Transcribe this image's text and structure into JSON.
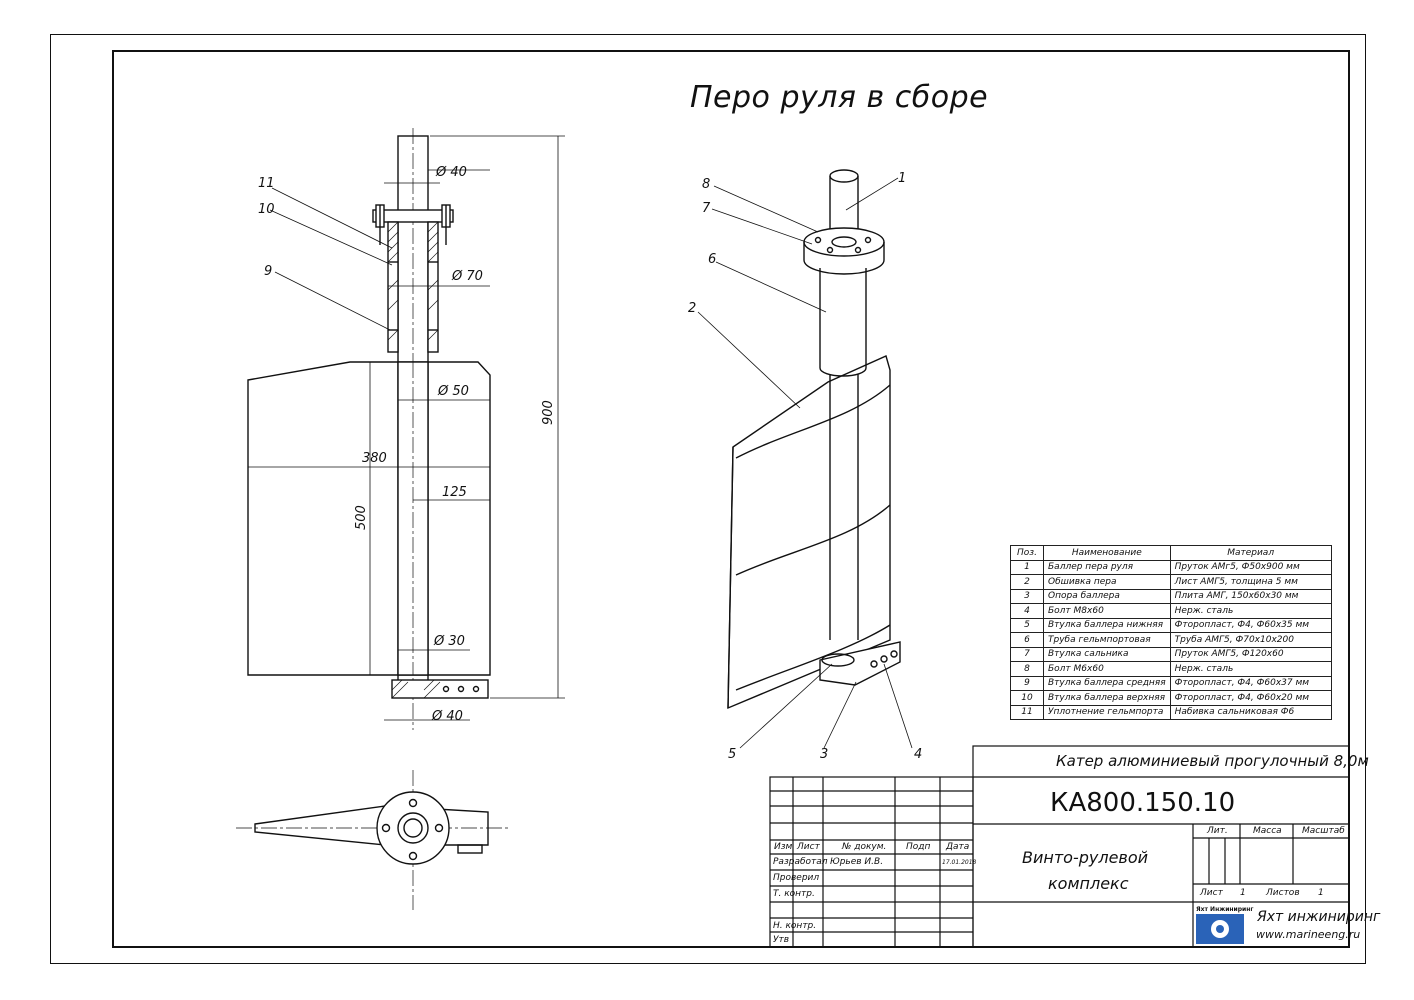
{
  "drawing": {
    "title": "Перо руля в сборе",
    "dimensions": {
      "d40_top": "Ø 40",
      "d70": "Ø 70",
      "d50": "Ø 50",
      "w380": "380",
      "w125": "125",
      "h500": "500",
      "h900": "900",
      "d30": "Ø 30",
      "d40_bottom": "Ø 40"
    },
    "callouts_left": [
      "11",
      "10",
      "9"
    ],
    "callouts_iso": [
      "1",
      "8",
      "7",
      "6",
      "2",
      "5",
      "3",
      "4"
    ]
  },
  "parts_table": {
    "headers": [
      "Поз.",
      "Наименование",
      "Материал"
    ],
    "rows": [
      {
        "pos": "1",
        "name": "Баллер пера руля",
        "material": "Пруток АМг5, Ф50х900 мм"
      },
      {
        "pos": "2",
        "name": "Обшивка пера",
        "material": "Лист АМГ5, толщина 5 мм"
      },
      {
        "pos": "3",
        "name": "Опора баллера",
        "material": "Плита АМГ, 150х60х30 мм"
      },
      {
        "pos": "4",
        "name": "Болт М8х60",
        "material": "Нерж. сталь"
      },
      {
        "pos": "5",
        "name": "Втулка баллера нижняя",
        "material": "Фторопласт, Ф4, Ф60х35 мм"
      },
      {
        "pos": "6",
        "name": "Труба гельмпортовая",
        "material": "Труба АМГ5, Ф70х10х200"
      },
      {
        "pos": "7",
        "name": "Втулка сальника",
        "material": "Пруток АМГ5, Ф120х60"
      },
      {
        "pos": "8",
        "name": "Болт М6х60",
        "material": "Нерж. сталь"
      },
      {
        "pos": "9",
        "name": "Втулка баллера средняя",
        "material": "Фторопласт, Ф4, Ф60х37 мм"
      },
      {
        "pos": "10",
        "name": "Втулка баллера верхняя",
        "material": "Фторопласт, Ф4, Ф60х20 мм"
      },
      {
        "pos": "11",
        "name": "Уплотнение гельмпорта",
        "material": "Набивка сальниковая Ф6"
      }
    ]
  },
  "title_block": {
    "project": "Катер алюминиевый прогулочный 8,0м",
    "code": "КА800.150.10",
    "name_line1": "Винто-рулевой",
    "name_line2": "комплекс",
    "col_headers": {
      "izm": "Изм",
      "list": "Лист",
      "doc": "№ докум.",
      "sign": "Подп",
      "date": "Дата"
    },
    "rows": {
      "developed": "Разработал",
      "developer": "Юрьев И.В.",
      "date": "17.01.2018",
      "checked": "Проверил",
      "tcontrol": "Т. контр.",
      "ncontrol": "Н. контр.",
      "approved": "Утв"
    },
    "lit": "Лит.",
    "mass": "Масса",
    "scale": "Масштаб",
    "sheet_label": "Лист",
    "sheet_value": "1",
    "sheets_label": "Листов",
    "sheets_value": "1",
    "company": "Яхт инжиниринг",
    "website": "www.marineeng.ru",
    "logo_label": "Яхт Инжиниринг"
  },
  "colors": {
    "line": "#111111",
    "logo": "#2a63b8"
  }
}
